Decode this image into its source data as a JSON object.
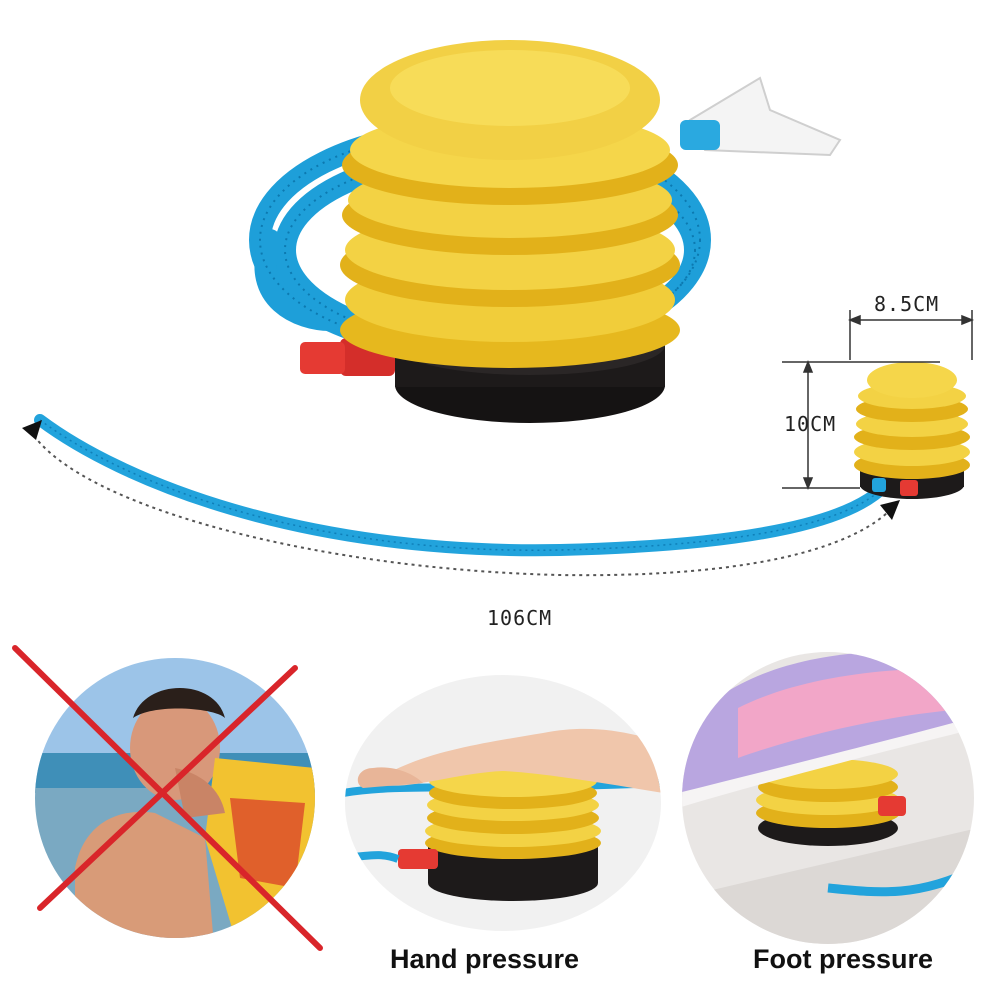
{
  "dimensions": {
    "width_label": "8.5CM",
    "height_label": "10CM",
    "hose_length_label": "106CM"
  },
  "captions": {
    "hand": "Hand pressure",
    "foot": "Foot pressure"
  },
  "colors": {
    "pump_yellow": "#f2cf3a",
    "pump_yellow_dark": "#d9aa14",
    "hose_blue": "#22a3dc",
    "hose_blue_dark": "#0f7fb8",
    "base_black": "#1d1a1a",
    "valve_red": "#e0312d",
    "cross_red": "#d9252a"
  },
  "panels": [
    {
      "name": "mouth-inflation-prohibited",
      "icon": "red-cross-icon"
    },
    {
      "name": "hand-pressure-photo"
    },
    {
      "name": "foot-pressure-photo"
    }
  ]
}
